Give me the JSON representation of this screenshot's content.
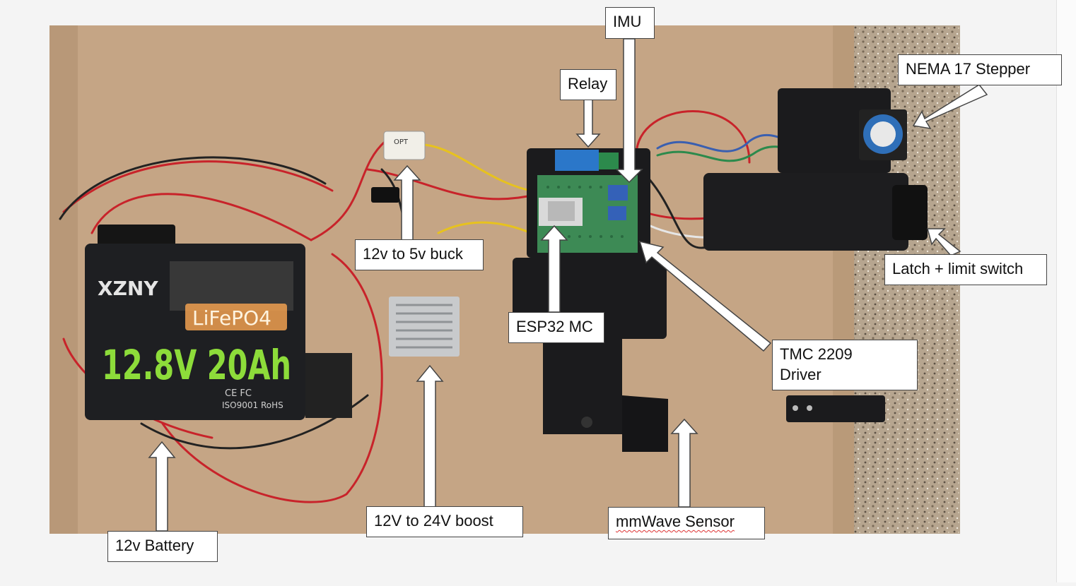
{
  "colors": {
    "board": "#c7a787",
    "granite": "#b6a58f",
    "battery_green": "#8ddc3a",
    "battery_orange": "#f0a050",
    "wire_red": "#c8232a",
    "wire_yellow": "#e7c21e",
    "print_black": "#1b1b1d",
    "pcb_green": "#3d8a55"
  },
  "battery": {
    "brand": "XZNY",
    "chem": "LiFePO4",
    "spec": "12.8V 20Ah",
    "marks": "CE FC",
    "cert": "ISO9001 RoHS"
  },
  "buck_module_text": "OPT",
  "labels": {
    "imu": "IMU",
    "relay": "Relay",
    "nema": "NEMA 17 Stepper",
    "buck": "12v to 5v buck",
    "latch": "Latch + limit switch",
    "esp32": "ESP32 MC",
    "tmc_line1": "TMC 2209",
    "tmc_line2": "Driver",
    "battery": "12v Battery",
    "boost": "12V to 24V boost",
    "mmwave": "mmWave Sensor"
  }
}
